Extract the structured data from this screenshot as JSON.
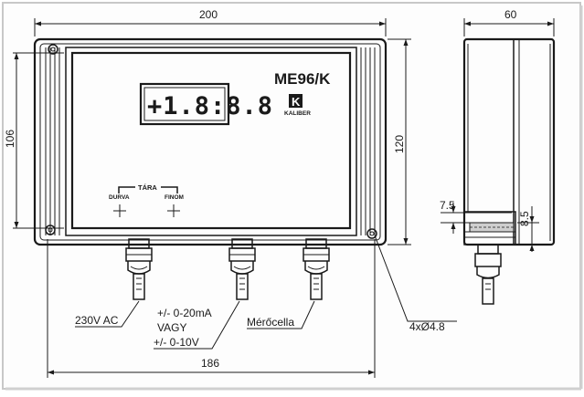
{
  "dimensions": {
    "width_front": "200",
    "depth_side": "60",
    "height_inner": "106",
    "height_outer": "120",
    "hole_spacing": "186",
    "mount_holes": "4xØ4.8",
    "offset_side": "7.5",
    "offset_side_vertical": "8.5"
  },
  "device": {
    "model": "ME96/K",
    "brand": "KALIBER",
    "logo_letter": "K",
    "display_value": "+1.8:8.8"
  },
  "tara": {
    "title": "TÁRA",
    "left": "DURVA",
    "right": "FINOM"
  },
  "callouts": {
    "power": "230V AC",
    "output_current": "+/- 0-20mA",
    "or": "VAGY",
    "output_voltage": "+/- 0-10V",
    "load_cell": "Mérőcella"
  },
  "colors": {
    "ink": "#1a1a1a",
    "paper": "#ffffff",
    "frame_shadow": "#c8c8c8"
  }
}
